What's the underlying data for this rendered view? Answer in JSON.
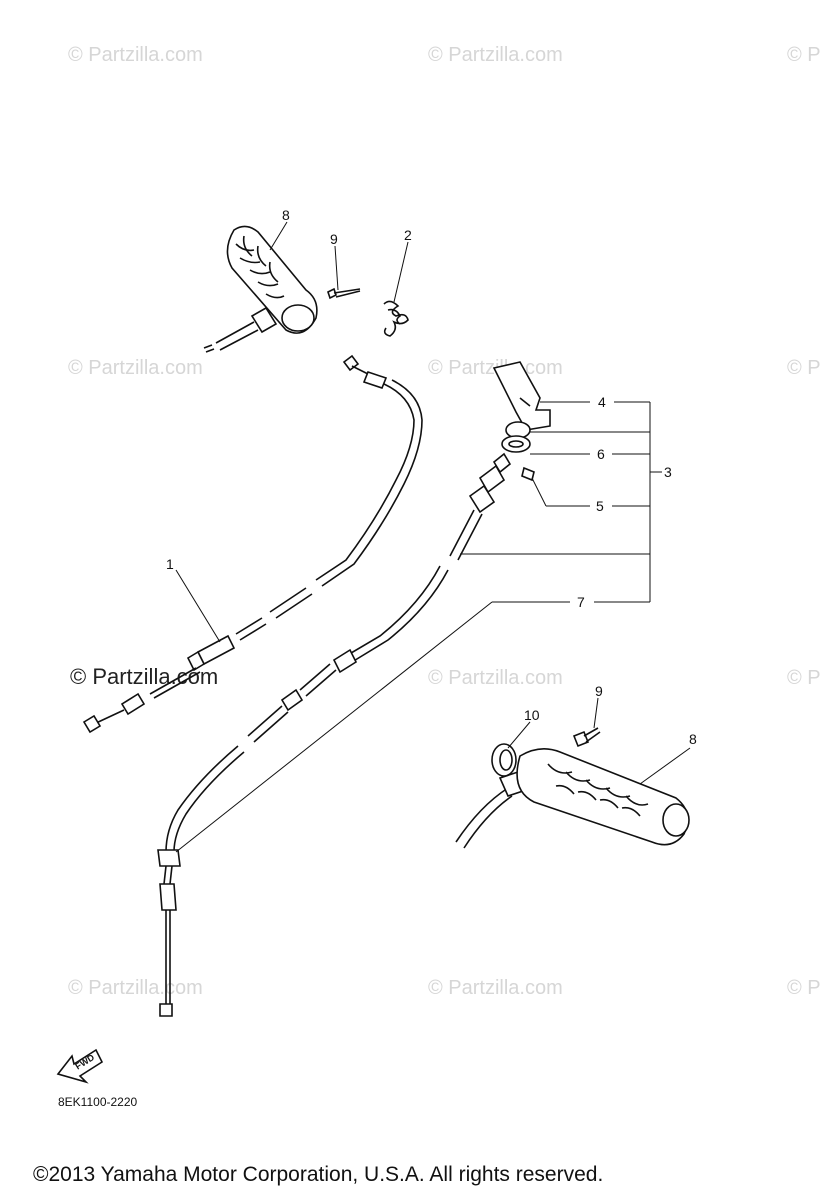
{
  "watermarks": {
    "text": "© Partzilla.com",
    "edge_text": "© P",
    "featured": "© Partzilla.com"
  },
  "callouts": {
    "c1": "1",
    "c2": "2",
    "c3": "3",
    "c4": "4",
    "c5": "5",
    "c6": "6",
    "c7": "7",
    "c8a": "8",
    "c8b": "8",
    "c9a": "9",
    "c9b": "9",
    "c10": "10"
  },
  "fwd_label": "FWD",
  "diagram_code": "8EK1100-2220",
  "copyright": "©2013  Yamaha Motor Corporation, U.S.A. All rights reserved."
}
